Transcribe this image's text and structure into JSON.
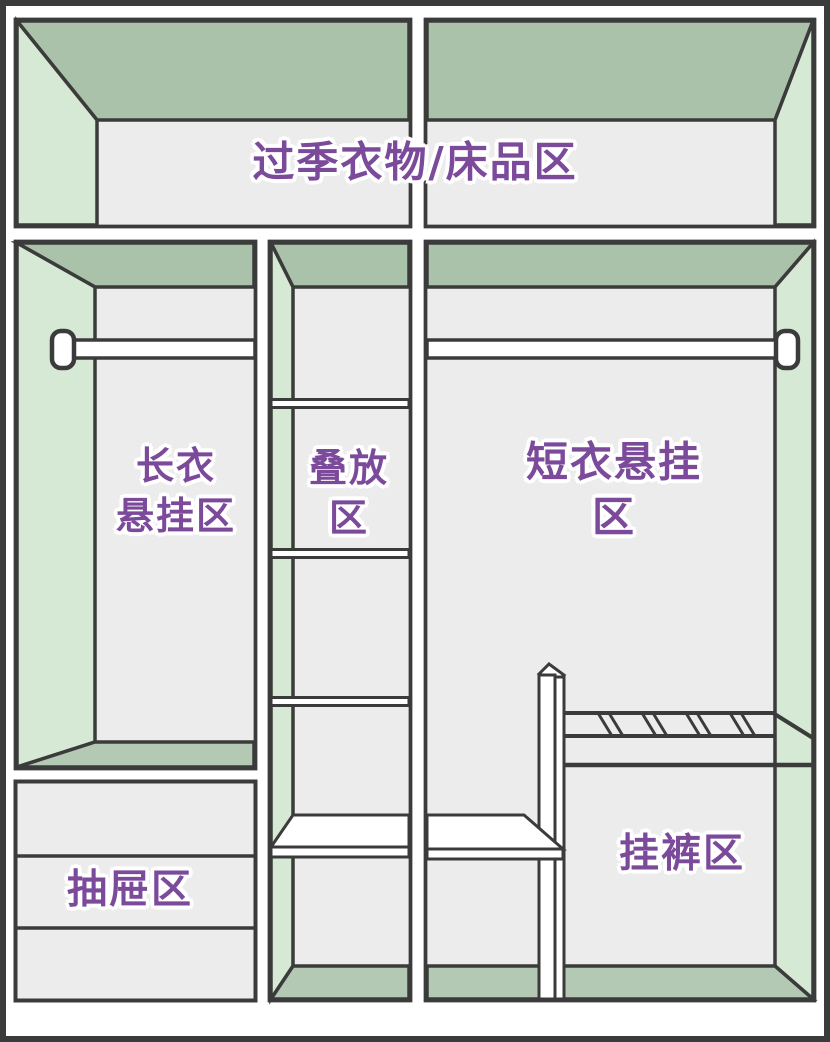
{
  "diagram": {
    "type": "wardrobe-zone-layout",
    "zones": {
      "seasonal": {
        "label": "过季衣物/床品区"
      },
      "long_hanging": {
        "label": "长衣\n悬挂区"
      },
      "folding": {
        "label": "叠放\n区"
      },
      "short_hanging": {
        "label": "短衣悬挂区"
      },
      "drawers": {
        "label": "抽屉区"
      },
      "pants": {
        "label": "挂裤区"
      }
    },
    "colors": {
      "top_surface": "#a9c2a9",
      "side_wall": "#d6e9d5",
      "floor": "#b4c9b4",
      "interior": "#ececec",
      "outline": "#3b3b3b",
      "label_text": "#7b4a9b",
      "label_outline": "#ffffff"
    }
  }
}
